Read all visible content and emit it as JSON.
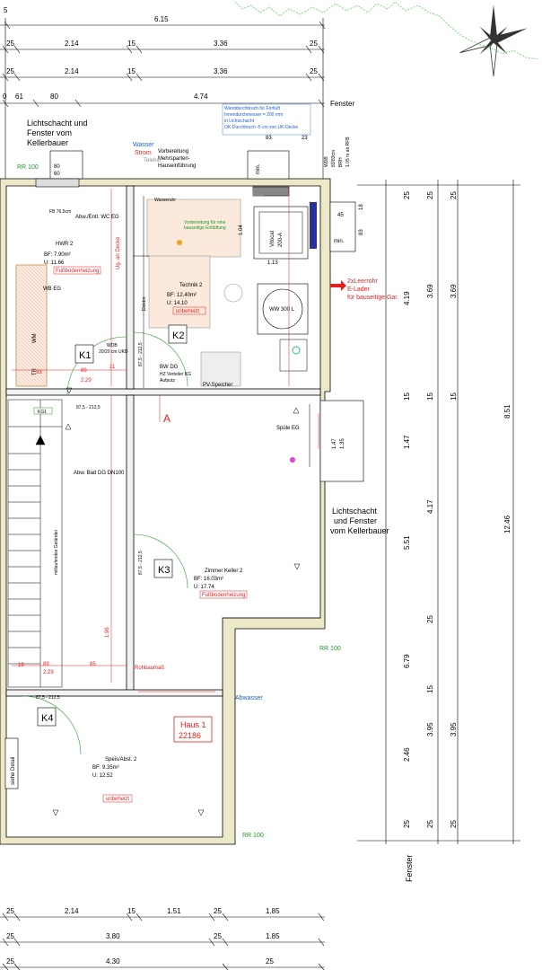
{
  "dims_top": {
    "row1": [
      "6.15"
    ],
    "row1_left": "5",
    "row2": [
      "25",
      "2.14",
      "15",
      "3.36",
      "25"
    ],
    "row3": [
      "25",
      "2.14",
      "15",
      "3.36",
      "25"
    ],
    "row4": [
      "0",
      "61",
      "80",
      "4.74"
    ],
    "fenster_top": "Fenster"
  },
  "dims_bottom": {
    "row1": [
      "25",
      "2.14",
      "15",
      "1.51",
      "25",
      "1.85"
    ],
    "row2": [
      "25",
      "3.80",
      "25",
      "1.85"
    ],
    "row3": [
      "25",
      "4.30",
      "25"
    ]
  },
  "dims_right": {
    "col1": [
      "25",
      "4.19",
      "15",
      "1.47",
      "5.51",
      "6.79",
      "2.46",
      "25"
    ],
    "col1_sup": [
      "",
      "",
      "",
      "5",
      "",
      "5",
      "",
      ""
    ],
    "col2": [
      "25",
      "3.69",
      "15",
      "4.17",
      "25",
      "15",
      "3.95",
      "25"
    ],
    "col3": [
      "3.69",
      "8.51",
      "12.46",
      "3.95"
    ],
    "fenster_bottom": "Fenster"
  },
  "notes": {
    "lichtschacht_top": [
      "Lichtschacht und",
      "Fenster vom",
      "Kellerbauer"
    ],
    "lichtschacht_right": [
      "Lichtschacht",
      "und Fenster",
      "vom Kellerbauer"
    ],
    "wanddurchbruch": [
      "Wanddurchbruch für Fortluft",
      "Innendurchmesser = 200 mm",
      "in Lichtschacht",
      "OK-Durchbruch -5 cm von UK-Decke"
    ],
    "vorbereitung": [
      "Vorbereitung",
      "Mehrsparten-",
      "Hauseinführung"
    ],
    "vorbereitung_green": [
      "Vorbereitung für eine",
      "bauseitige Entlüftung"
    ],
    "ladeger": [
      "2xLeerrohr",
      "E-Lader",
      "für bauseitige Gar."
    ],
    "wasser": "Wasser",
    "strom": "Strom",
    "telefon": "Telefon",
    "wdb_top": [
      "WDB",
      "83/83cm",
      "BRH",
      "1.05 m ab RFB"
    ]
  },
  "rooms": {
    "hwr": {
      "name": "HWR 2",
      "bf": "BF:  7.90m²",
      "u": "U:    11.66",
      "heizung": "Fußbodenheizung"
    },
    "technik": {
      "name": "Technik 2",
      "bf": "BF:  12.40m²",
      "u": "U:    14.10",
      "heizung": "unbeheizt"
    },
    "zimmer": {
      "name": "Zimmer Keller 2",
      "bf": "BF:  16.03m²",
      "u": "U:    17.74",
      "heizung": "Fußbodenheizung"
    },
    "speis": {
      "name": "Speis/Abst. 2",
      "bf": "BF:  9.35m²",
      "u": "U:    12.52",
      "heizung": "unbeheizt"
    }
  },
  "labels": {
    "k1": "K1",
    "k2": "K2",
    "k3": "K3",
    "k4": "K4",
    "a": "A",
    "haus": "Haus 1",
    "haus_no": "22186",
    "rr_top": "RR 100",
    "rr_mid": "RR 100",
    "rr_bot": "RR 100",
    "abwasser": "Abwasser",
    "wm": "WM",
    "tr": "TR",
    "abw_wc": "Abw./Entl. WC EG",
    "wb_eg": "WB EG",
    "bw_dg": "BW DG",
    "hz_verteiler": "HZ Verteiler KG",
    "aufputz": "Aufputz",
    "pv": "PV-Speicher",
    "vitocal_1": "Vitocal",
    "vitocal_2": "200-A",
    "ww": "WW 300 L",
    "spule": "Spüle EG",
    "abw_bad": "Abw. Bad DG DN100",
    "gelander": "mitlaufendes Geländer",
    "ug_decke": "Ug. an Decke",
    "rohbau": "Rohbaumaß",
    "siehe": "siehe Detail",
    "min": "min.",
    "wasseruhr": "Wasseruhr",
    "elektro": "Elektro",
    "kg1": "KG1",
    "fb": "FB 76.5cm",
    "dim_83": "83",
    "dim_23": "23",
    "dim_45": "45",
    "dim_18": "18",
    "dim_104": "1.04",
    "dim_113": "1.13",
    "dim_80": "80",
    "dim_60": "60",
    "dim_147": "1.47",
    "dim_135": "1.35",
    "door_1": "87,5 - 212,5",
    "door_2": "87,5 - 212,5",
    "door_3": "87,5 - 212,5",
    "door_4": "87,5 - 212,5",
    "wdb": "WDB",
    "wdb_size": "20/20 cm UKD",
    "d89": "89",
    "d229": "2.29",
    "d93": "93",
    "d19": "19",
    "d85": "85",
    "d196": "1.96",
    "d11": "11"
  }
}
